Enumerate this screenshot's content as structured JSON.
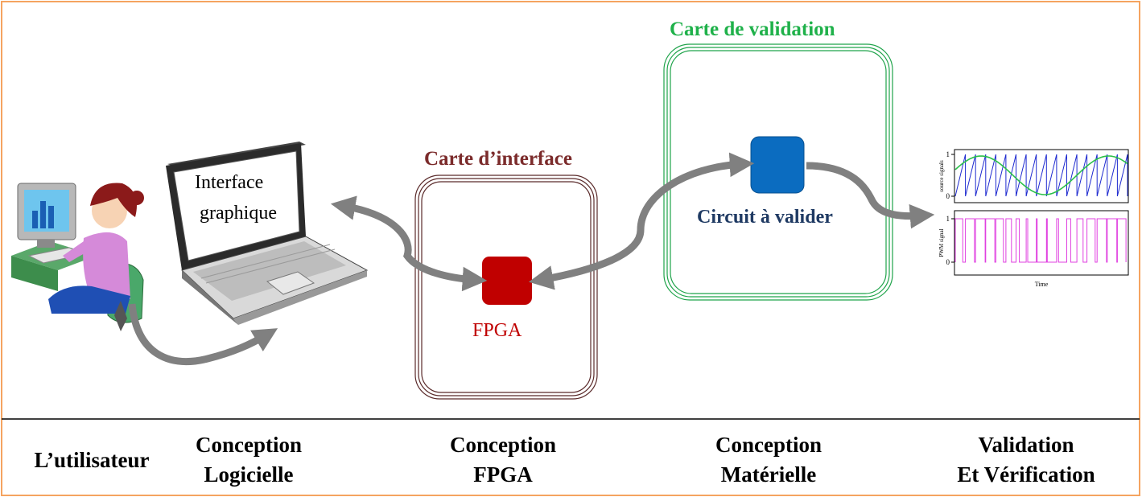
{
  "diagram": {
    "laptop_text": {
      "line1": "Interface",
      "line2": "graphique"
    },
    "interface_board": {
      "title": "Carte d’interface",
      "chip_label": "FPGA"
    },
    "validation_board": {
      "title": "Carte de validation",
      "chip_label": "Circuit à valider"
    },
    "plot": {
      "top_ylabel": "source signals",
      "bottom_ylabel": "PWM signal",
      "xlabel": "Time",
      "top_ticks": [
        "1",
        "0"
      ],
      "bottom_ticks": [
        "1",
        "0"
      ]
    }
  },
  "stages": [
    {
      "line1": "L’utilisateur",
      "line2": ""
    },
    {
      "line1": "Conception",
      "line2": "Logicielle"
    },
    {
      "line1": "Conception",
      "line2": "FPGA"
    },
    {
      "line1": "Conception",
      "line2": "Matérielle"
    },
    {
      "line1": "Validation",
      "line2": "Et Vérification"
    }
  ],
  "colors": {
    "frame": "#f5a460",
    "interface_border": "#5a2a2a",
    "interface_title": "#7b2b2b",
    "fpga_chip": "#c00000",
    "validation_border": "#1fa34a",
    "validation_title": "#1fb14a",
    "circuit_chip": "#0b6cc0",
    "circuit_label": "#1f3a63",
    "arrow": "#808080"
  }
}
